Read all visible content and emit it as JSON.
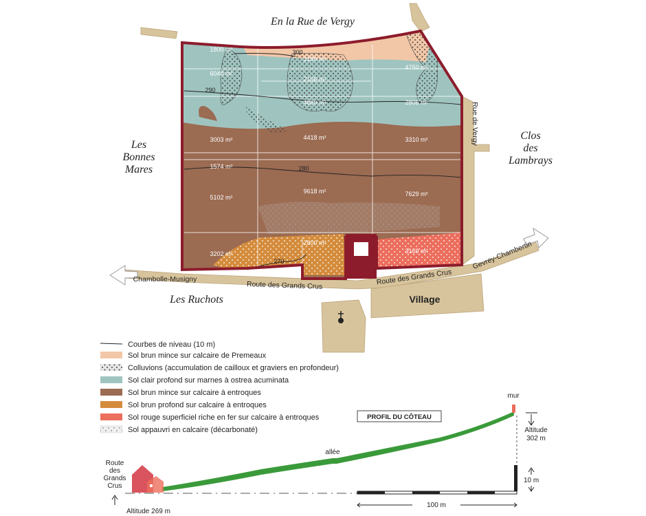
{
  "places": {
    "top": "En la Rue de Vergy",
    "right": [
      "Clos",
      "des",
      "Lambrays"
    ],
    "left": [
      "Les",
      "Bonnes",
      "Mares"
    ],
    "bottom_left": "Les Ruchots",
    "village": "Village"
  },
  "roads": {
    "chambolle": "Chambolle-Musigny",
    "grands_crus_1": "Route des Grands Crus",
    "grands_crus_2": "Route des Grands Crus",
    "gevrey": "Gevrey-Chambertin",
    "rue_vergy": "Rue de Vergy"
  },
  "parcels": [
    {
      "label": "1800 m²"
    },
    {
      "label": "2190 m²"
    },
    {
      "label": "4750 m²"
    },
    {
      "label": "6048 m²"
    },
    {
      "label": "2106 m²"
    },
    {
      "label": "4880 m²"
    },
    {
      "label": "2806 m²"
    },
    {
      "label": "3003 m²"
    },
    {
      "label": "4418 m²"
    },
    {
      "label": "3310 m²"
    },
    {
      "label": "1574 m²"
    },
    {
      "label": "5102 m²"
    },
    {
      "label": "9618 m²"
    },
    {
      "label": "7629 m²"
    },
    {
      "label": "3202 m²"
    },
    {
      "label": "2800 m²"
    },
    {
      "label": "3169 m²"
    }
  ],
  "contours": [
    "300",
    "290",
    "280",
    "270"
  ],
  "legend": {
    "items": [
      {
        "label": "Courbes de niveau (10 m)",
        "color": "#222222"
      },
      {
        "label": "Sol brun mince sur calcaire de Premeaux",
        "color": "#f2c7a7"
      },
      {
        "label": "Colluvions (accumulation de cailloux et graviers en profondeur)",
        "color": "#e6e6e6"
      },
      {
        "label": "Sol clair profond sur marnes à ostrea acuminata",
        "color": "#9fc4c0"
      },
      {
        "label": "Sol brun mince sur calcaire à entroques",
        "color": "#9b6b52"
      },
      {
        "label": "Sol brun profond sur calcaire à entroques",
        "color": "#d48c3c"
      },
      {
        "label": "Sol rouge superficiel riche en fer sur calcaire à entroques",
        "color": "#ec6e5d"
      },
      {
        "label": "Sol appauvri en calcaire (décarbonaté)",
        "color": "#f0f0f0"
      }
    ]
  },
  "profile": {
    "title": "PROFIL DU CÔTEAU",
    "wall": "mur",
    "alley": "allée",
    "road": [
      "Route",
      "des",
      "Grands",
      "Crus"
    ],
    "alt_low": "Altitude 269 m",
    "alt_high": [
      "Altitude",
      "302 m"
    ],
    "scale_v": "10 m",
    "scale_h": "100 m"
  },
  "colors": {
    "wall": "#8c1c2c",
    "path": "#d8c49c",
    "slope": "#3a9a3a"
  }
}
